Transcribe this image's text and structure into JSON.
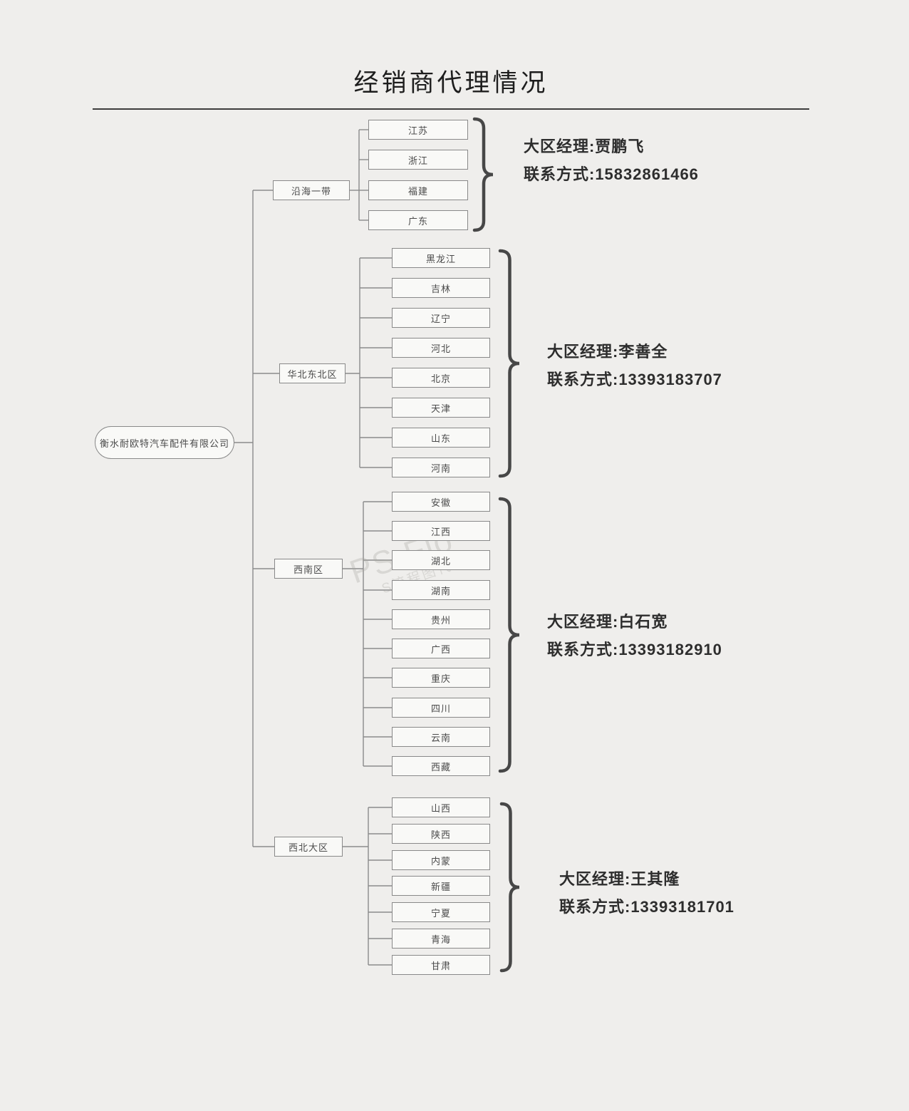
{
  "title": "经销商代理情况",
  "root": {
    "label": "衡水耐欧特汽车配件有限公司"
  },
  "watermark": {
    "line1": "PS Flo",
    "line2": "S流程图代"
  },
  "groups": [
    {
      "region": "沿海一带",
      "provinces": [
        "江苏",
        "浙江",
        "福建",
        "广东"
      ],
      "manager_label": "大区经理:贾鹏飞",
      "contact_label": "联系方式:15832861466"
    },
    {
      "region": "华北东北区",
      "provinces": [
        "黑龙江",
        "吉林",
        "辽宁",
        "河北",
        "北京",
        "天津",
        "山东",
        "河南"
      ],
      "manager_label": "大区经理:李善全",
      "contact_label": "联系方式:13393183707"
    },
    {
      "region": "西南区",
      "provinces": [
        "安徽",
        "江西",
        "湖北",
        "湖南",
        "贵州",
        "广西",
        "重庆",
        "四川",
        "云南",
        "西藏"
      ],
      "manager_label": "大区经理:白石宽",
      "contact_label": "联系方式:13393182910"
    },
    {
      "region": "西北大区",
      "provinces": [
        "山西",
        "陕西",
        "内蒙",
        "新疆",
        "宁夏",
        "青海",
        "甘肃"
      ],
      "manager_label": "大区经理:王其隆",
      "contact_label": "联系方式:13393181701"
    }
  ],
  "colors": {
    "background": "#efeeec",
    "box_fill": "#f9f9f7",
    "box_border": "#898989",
    "line": "#8b8b8b",
    "brace": "#474747",
    "node_text": "#4b4b4b",
    "title_text": "#1d1d1d",
    "manager_text": "#2d2d2d"
  }
}
